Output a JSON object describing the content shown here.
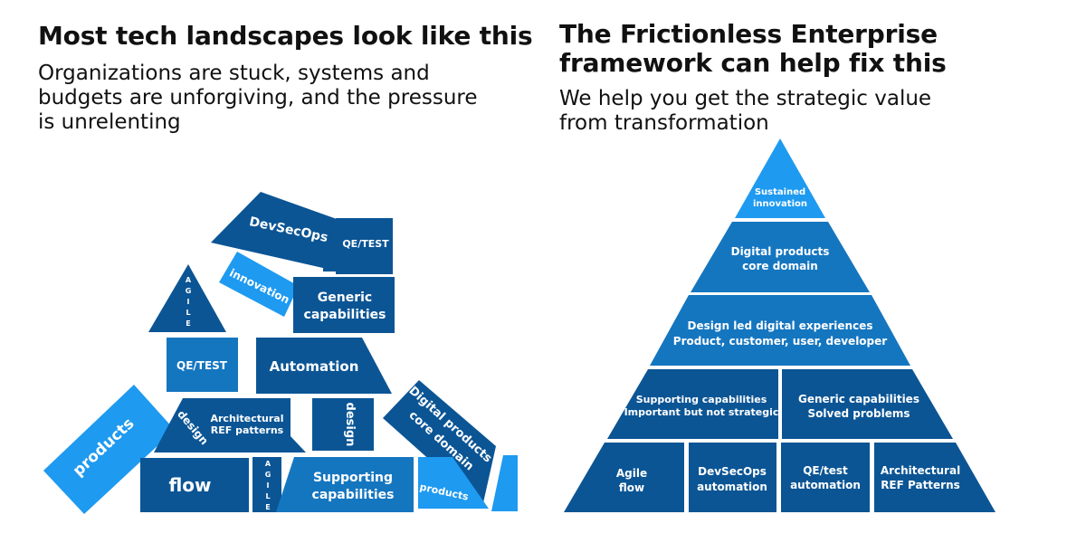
{
  "left": {
    "title": "Most tech landscapes look like this",
    "subtitle_lines": [
      "Organizations are stuck, systems and",
      "budgets are unforgiving, and the pressure",
      "is unrelenting"
    ],
    "pieces": {
      "devsecops": "DevSecOps",
      "qe_test_top": "QE/TEST",
      "innovation": "innovation",
      "generic_capabilities": [
        "Generic",
        "capabilities"
      ],
      "agile_letters": [
        "A",
        "G",
        "I",
        "L",
        "E"
      ],
      "qe_test_mid": "QE/TEST",
      "automation": "Automation",
      "products_big": "products",
      "design_slanted": "design",
      "architectural_ref": [
        "Architectural",
        "REF patterns"
      ],
      "design_vertical": "design",
      "digital_products": [
        "Digital products",
        "core domain"
      ],
      "flow": "flow",
      "agile_bottom_letters": [
        "A",
        "G",
        "I",
        "L",
        "E"
      ],
      "supporting_capabilities": [
        "Supporting",
        "capabilities"
      ],
      "products_small": "products"
    }
  },
  "right": {
    "title_lines": [
      "The Frictionless Enterprise",
      "framework can help fix this"
    ],
    "subtitle_lines": [
      "We help you get the strategic value",
      "from transformation"
    ],
    "pyramid": {
      "tier1": [
        "Sustained",
        "innovation"
      ],
      "tier2": [
        "Digital products",
        "core domain"
      ],
      "tier3": [
        "Design led digital experiences",
        "Product, customer, user, developer"
      ],
      "tier4_left": [
        "Supporting capabilities",
        "Important but not strategic"
      ],
      "tier4_right": [
        "Generic capabilities",
        "Solved problems"
      ],
      "tier5": [
        [
          "Agile",
          "flow"
        ],
        [
          "DevSecOps",
          "automation"
        ],
        [
          "QE/test",
          "automation"
        ],
        [
          "Architectural",
          "REF Patterns"
        ]
      ]
    }
  },
  "colors": {
    "dark": "#0b5595",
    "medium": "#1576c0",
    "light": "#1e9af0",
    "text": "#111111"
  }
}
